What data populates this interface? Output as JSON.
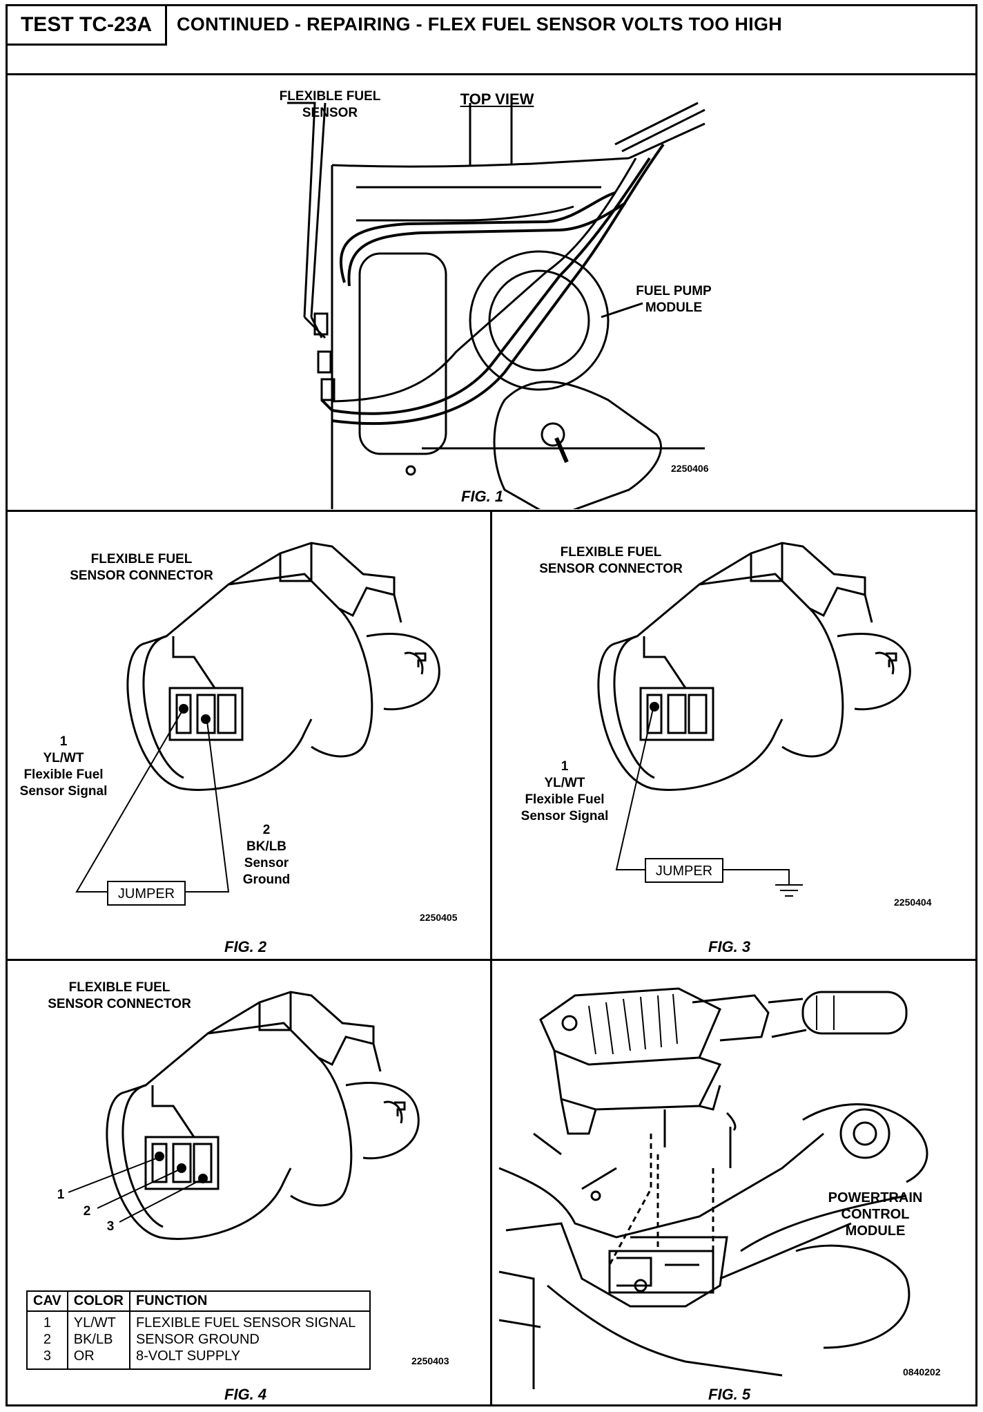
{
  "header": {
    "test_id": "TEST TC-23A",
    "title": "CONTINUED - REPAIRING - FLEX FUEL SENSOR VOLTS TOO HIGH"
  },
  "fig1": {
    "sensor_label": "FLEXIBLE FUEL\nSENSOR",
    "view_label": "TOP VIEW",
    "pump_label": "FUEL PUMP\nMODULE",
    "code": "2250406",
    "caption": "FIG. 1"
  },
  "fig2": {
    "connector_label": "FLEXIBLE FUEL\nSENSOR CONNECTOR",
    "pin1_label": "1\nYL/WT\nFlexible Fuel\nSensor Signal",
    "pin2_label": "2\nBK/LB\nSensor\nGround",
    "jumper": "JUMPER",
    "code": "2250405",
    "caption": "FIG. 2"
  },
  "fig3": {
    "connector_label": "FLEXIBLE FUEL\nSENSOR CONNECTOR",
    "pin1_label": "1\nYL/WT\nFlexible Fuel\nSensor Signal",
    "jumper": "JUMPER",
    "code": "2250404",
    "caption": "FIG. 3"
  },
  "fig4": {
    "connector_label": "FLEXIBLE FUEL\nSENSOR CONNECTOR",
    "callouts": [
      "1",
      "2",
      "3"
    ],
    "table": {
      "headers": [
        "CAV",
        "COLOR",
        "FUNCTION"
      ],
      "rows": [
        [
          "1",
          "YL/WT",
          "FLEXIBLE FUEL SENSOR SIGNAL"
        ],
        [
          "2",
          "BK/LB",
          "SENSOR GROUND"
        ],
        [
          "3",
          "OR",
          "8-VOLT SUPPLY"
        ]
      ]
    },
    "code": "2250403",
    "caption": "FIG. 4"
  },
  "fig5": {
    "pcm_label": "POWERTRAIN\nCONTROL\nMODULE",
    "code": "0840202",
    "caption": "FIG. 5"
  }
}
